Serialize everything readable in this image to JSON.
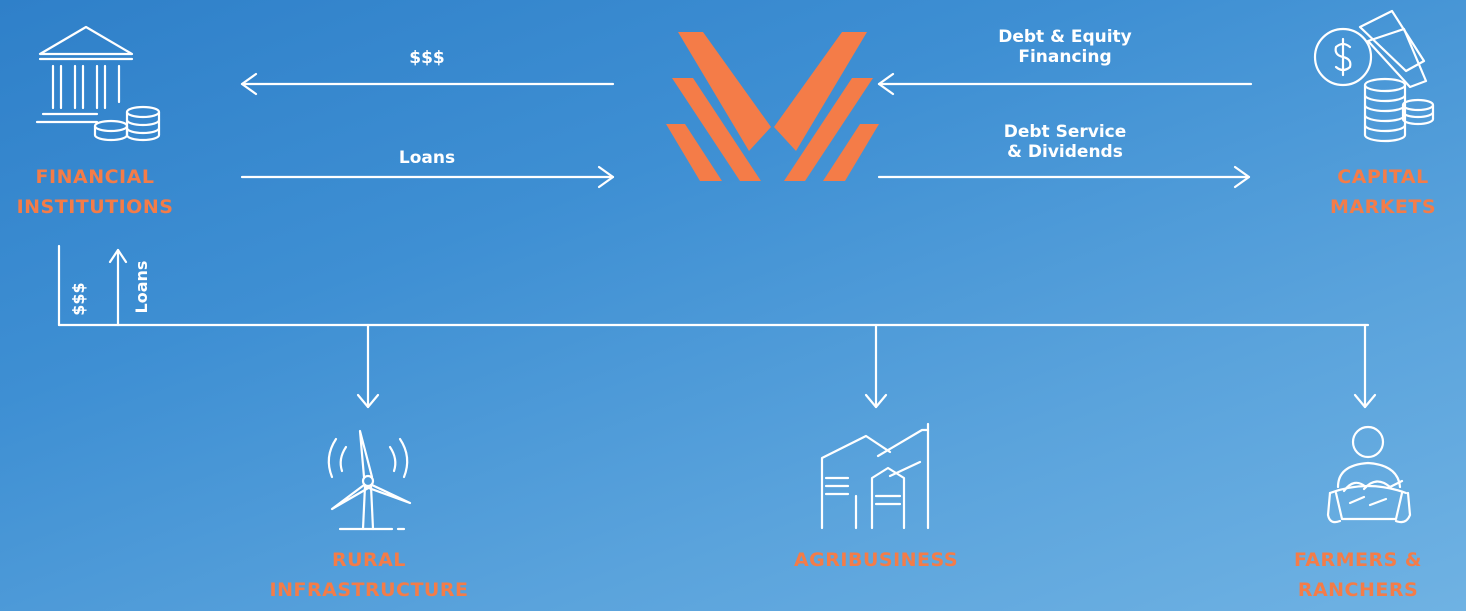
{
  "colors": {
    "accent": "#f47c48",
    "line": "#ffffff",
    "background": "#3e8fd3"
  },
  "nodes": {
    "financial_institutions": {
      "label": "FINANCIAL\nINSTITUTIONS",
      "icon": "bank-icon"
    },
    "capital_markets": {
      "label": "CAPITAL\nMARKETS",
      "icon": "money-coins-icon"
    },
    "rural_infrastructure": {
      "label": "RURAL\nINFRASTRUCTURE",
      "icon": "wind-turbine-icon"
    },
    "agribusiness": {
      "label": "AGRIBUSINESS",
      "icon": "grain-silo-icon"
    },
    "farmers_ranchers": {
      "label": "FARMERS &\nRANCHERS",
      "icon": "farmer-harvest-icon"
    },
    "center_logo": {
      "icon": "chevron-v-logo"
    }
  },
  "flows": {
    "money_to_institutions": "$$$",
    "loans_to_center": "Loans",
    "debt_equity_financing": "Debt & Equity\nFinancing",
    "debt_service_dividends": "Debt Service\n& Dividends",
    "money_up": "$$$",
    "loans_up": "Loans"
  }
}
